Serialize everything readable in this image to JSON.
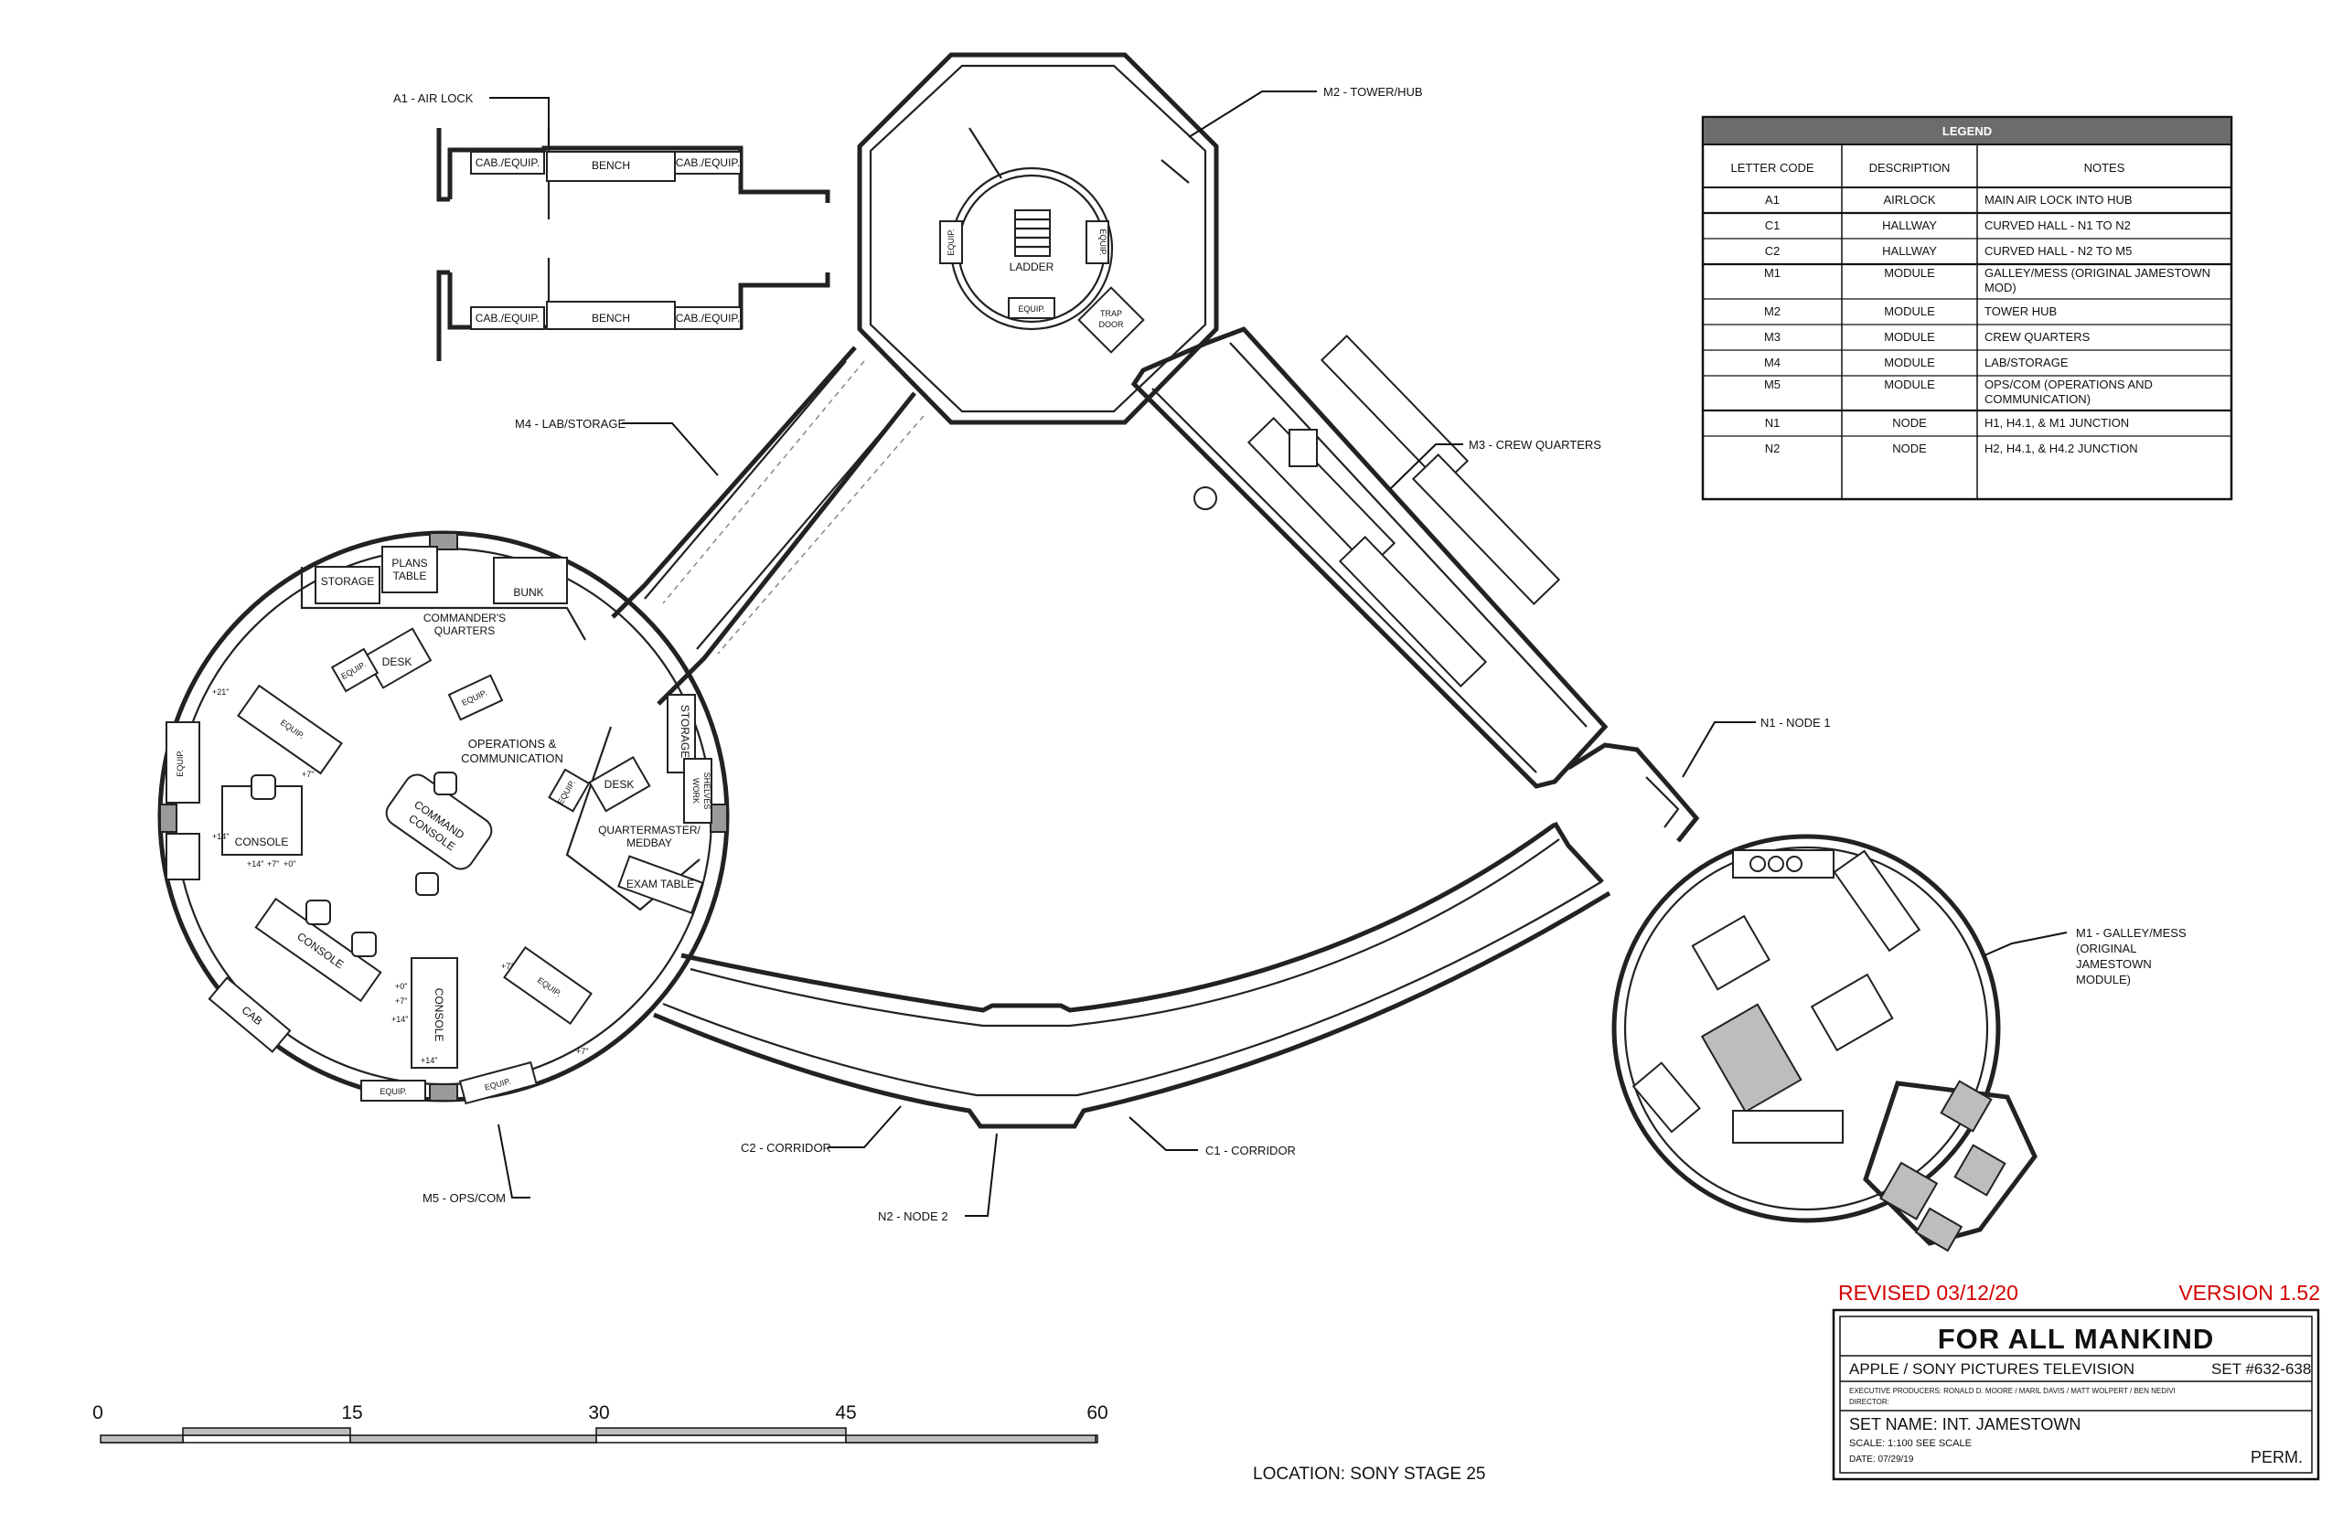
{
  "callouts": {
    "a1": "A1 - AIR LOCK",
    "m2": "M2 - TOWER/HUB",
    "m4": "M4 - LAB/STORAGE",
    "m3": "M3 - CREW QUARTERS",
    "n1": "N1 - NODE 1",
    "m1_lines": [
      "M1 - GALLEY/MESS",
      "(ORIGINAL",
      "JAMESTOWN",
      "MODULE)"
    ],
    "c2": "C2 - CORRIDOR",
    "c1": "C1 - CORRIDOR",
    "n2": "N2 - NODE 2",
    "m5": "M5 - OPS/COM"
  },
  "rooms": {
    "cab_equip": "CAB./EQUIP.",
    "bench": "BENCH",
    "ladder": "LADDER",
    "equip": "EQUIP.",
    "trap_door_lines": [
      "TRAP",
      "DOOR"
    ],
    "storage": "STORAGE",
    "plans_table_lines": [
      "PLANS",
      "TABLE"
    ],
    "bunk": "BUNK",
    "commanders_quarters_lines": [
      "COMMANDER'S",
      "QUARTERS"
    ],
    "desk": "DESK",
    "ops_com_lines": [
      "OPERATIONS &",
      "COMMUNICATION"
    ],
    "console": "CONSOLE",
    "command_console_lines": [
      "COMMAND",
      "CONSOLE"
    ],
    "cab": "CAB",
    "work_shelves_lines": [
      "WORK",
      "SHELVES"
    ],
    "qm_medbay_lines": [
      "QUARTERMASTER/",
      "MEDBAY"
    ],
    "exam_table": "EXAM TABLE"
  },
  "elevations": [
    "+14\"",
    "+7\"",
    "+0\"",
    "+21\""
  ],
  "legend": {
    "title": "LEGEND",
    "headers": [
      "LETTER CODE",
      "DESCRIPTION",
      "NOTES"
    ],
    "rows": [
      {
        "code": "A1",
        "desc": "AIRLOCK",
        "notes": [
          "MAIN AIR LOCK INTO HUB"
        ]
      },
      {
        "code": "C1",
        "desc": "HALLWAY",
        "notes": [
          "CURVED HALL - N1 TO N2"
        ]
      },
      {
        "code": "C2",
        "desc": "HALLWAY",
        "notes": [
          "CURVED HALL - N2 TO M5"
        ]
      },
      {
        "code": "M1",
        "desc": "MODULE",
        "notes": [
          "GALLEY/MESS (ORIGINAL JAMESTOWN",
          "MOD)"
        ]
      },
      {
        "code": "M2",
        "desc": "MODULE",
        "notes": [
          "TOWER HUB"
        ]
      },
      {
        "code": "M3",
        "desc": "MODULE",
        "notes": [
          "CREW QUARTERS"
        ]
      },
      {
        "code": "M4",
        "desc": "MODULE",
        "notes": [
          "LAB/STORAGE"
        ]
      },
      {
        "code": "M5",
        "desc": "MODULE",
        "notes": [
          "OPS/COM (OPERATIONS AND",
          "COMMUNICATION)"
        ]
      },
      {
        "code": "N1",
        "desc": "NODE",
        "notes": [
          "H1, H4.1, & M1 JUNCTION"
        ]
      },
      {
        "code": "N2",
        "desc": "NODE",
        "notes": [
          "H2, H4.1, & H4.2 JUNCTION"
        ]
      }
    ]
  },
  "revision": {
    "revised": "REVISED 03/12/20",
    "version": "VERSION 1.52"
  },
  "title_block": {
    "show": "FOR ALL MANKIND",
    "studio": "APPLE / SONY PICTURES TELEVISION",
    "set_no": "SET #632-638",
    "producers": "EXECUTIVE PRODUCERS:  RONALD D. MOORE / MARIL DAVIS / MATT WOLPERT / BEN NEDIVI",
    "director": "DIRECTOR:",
    "set_name": "SET NAME:  INT. JAMESTOWN",
    "scale": "SCALE:  1:100 SEE SCALE",
    "date": "DATE:  07/29/19",
    "perm": "PERM."
  },
  "scale_bar": {
    "ticks": [
      "0",
      "15",
      "30",
      "45",
      "60"
    ]
  },
  "location": "LOCATION:  SONY STAGE 25"
}
